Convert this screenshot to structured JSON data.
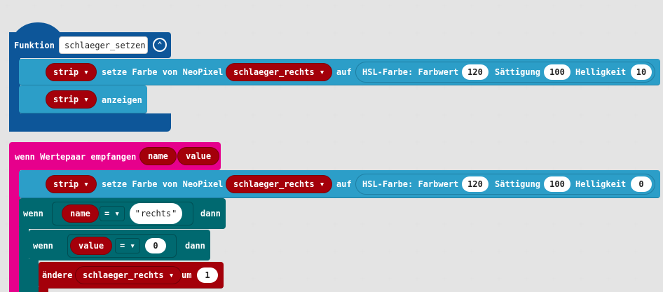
{
  "func_block": {
    "keyword": "Funktion",
    "name": "schlaeger_setzen",
    "statement1": {
      "strip": "strip",
      "action": "setze Farbe von NeoPixel",
      "variable": "schlaeger_rechts",
      "auf": "auf",
      "hsl_label": "HSL-Farbe: Farbwert",
      "hue": "120",
      "sat_label": "Sättigung",
      "sat": "100",
      "light_label": "Helligkeit",
      "light": "10"
    },
    "statement2": {
      "strip": "strip",
      "action": "anzeigen"
    }
  },
  "event_block": {
    "keyword": "wenn Wertepaar empfangen",
    "param1": "name",
    "param2": "value",
    "statement1": {
      "strip": "strip",
      "action": "setze Farbe von NeoPixel",
      "variable": "schlaeger_rechts",
      "auf": "auf",
      "hsl_label": "HSL-Farbe: Farbwert",
      "hue": "120",
      "sat_label": "Sättigung",
      "sat": "100",
      "light_label": "Helligkeit",
      "light": "0"
    },
    "if1": {
      "wenn": "wenn",
      "var": "name",
      "op": "=",
      "string": "rechts",
      "dann": "dann"
    },
    "if2": {
      "wenn": "wenn",
      "var": "value",
      "op": "=",
      "num": "0",
      "dann": "dann"
    },
    "change": {
      "label": "ändere",
      "variable": "schlaeger_rechts",
      "um": "um",
      "amount": "1"
    }
  },
  "colors": {
    "functions": "#0d5699",
    "neopixel": "#2c9ec8",
    "variables": "#a4000a",
    "radio": "#e6008c",
    "logic": "#006970"
  }
}
